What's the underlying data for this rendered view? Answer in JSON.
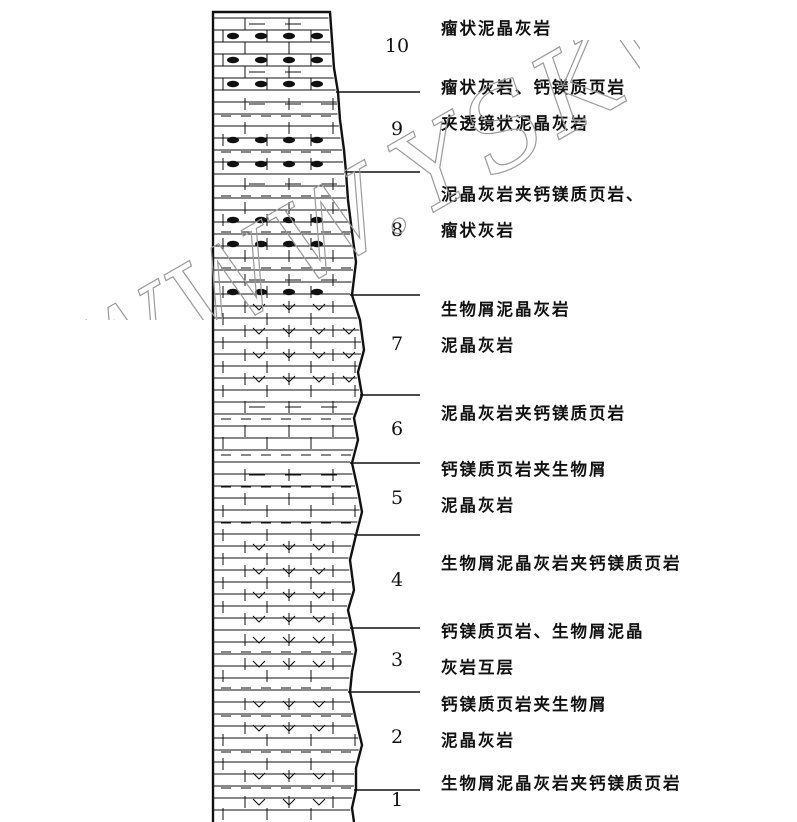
{
  "watermark_text": "WWW.YSKW.",
  "colors": {
    "ink": "#111111",
    "paper": "#ffffff",
    "watermark": "#9a9a9a"
  },
  "layers": [
    {
      "number": "10",
      "description": [
        "瘤状泥晶灰岩"
      ],
      "pattern": "nodular"
    },
    {
      "number": "9",
      "description": [
        "瘤状灰岩、钙镁质页岩",
        "夹透镜状泥晶灰岩"
      ],
      "pattern": "nodular-shale"
    },
    {
      "number": "8",
      "description": [
        "泥晶灰岩夹钙镁质页岩、",
        "瘤状灰岩"
      ],
      "pattern": "nodular-shale"
    },
    {
      "number": "7",
      "description": [
        "生物屑泥晶灰岩",
        "泥晶灰岩"
      ],
      "pattern": "bioclastic"
    },
    {
      "number": "6",
      "description": [
        "泥晶灰岩夹钙镁质页岩"
      ],
      "pattern": "shale"
    },
    {
      "number": "5",
      "description": [
        "钙镁质页岩夹生物屑",
        "泥晶灰岩"
      ],
      "pattern": "shale"
    },
    {
      "number": "4",
      "description": [
        "生物屑泥晶灰岩夹钙镁质页岩"
      ],
      "pattern": "bioclastic"
    },
    {
      "number": "3",
      "description": [
        "钙镁质页岩、生物屑泥晶",
        "灰岩互层"
      ],
      "pattern": "bioclastic-shale"
    },
    {
      "number": "2",
      "description": [
        "钙镁质页岩夹生物屑",
        "泥晶灰岩"
      ],
      "pattern": "bioclastic-shale"
    },
    {
      "number": "1",
      "description": [
        "生物屑泥晶灰岩夹钙镁质页岩"
      ],
      "pattern": "bioclastic"
    }
  ]
}
